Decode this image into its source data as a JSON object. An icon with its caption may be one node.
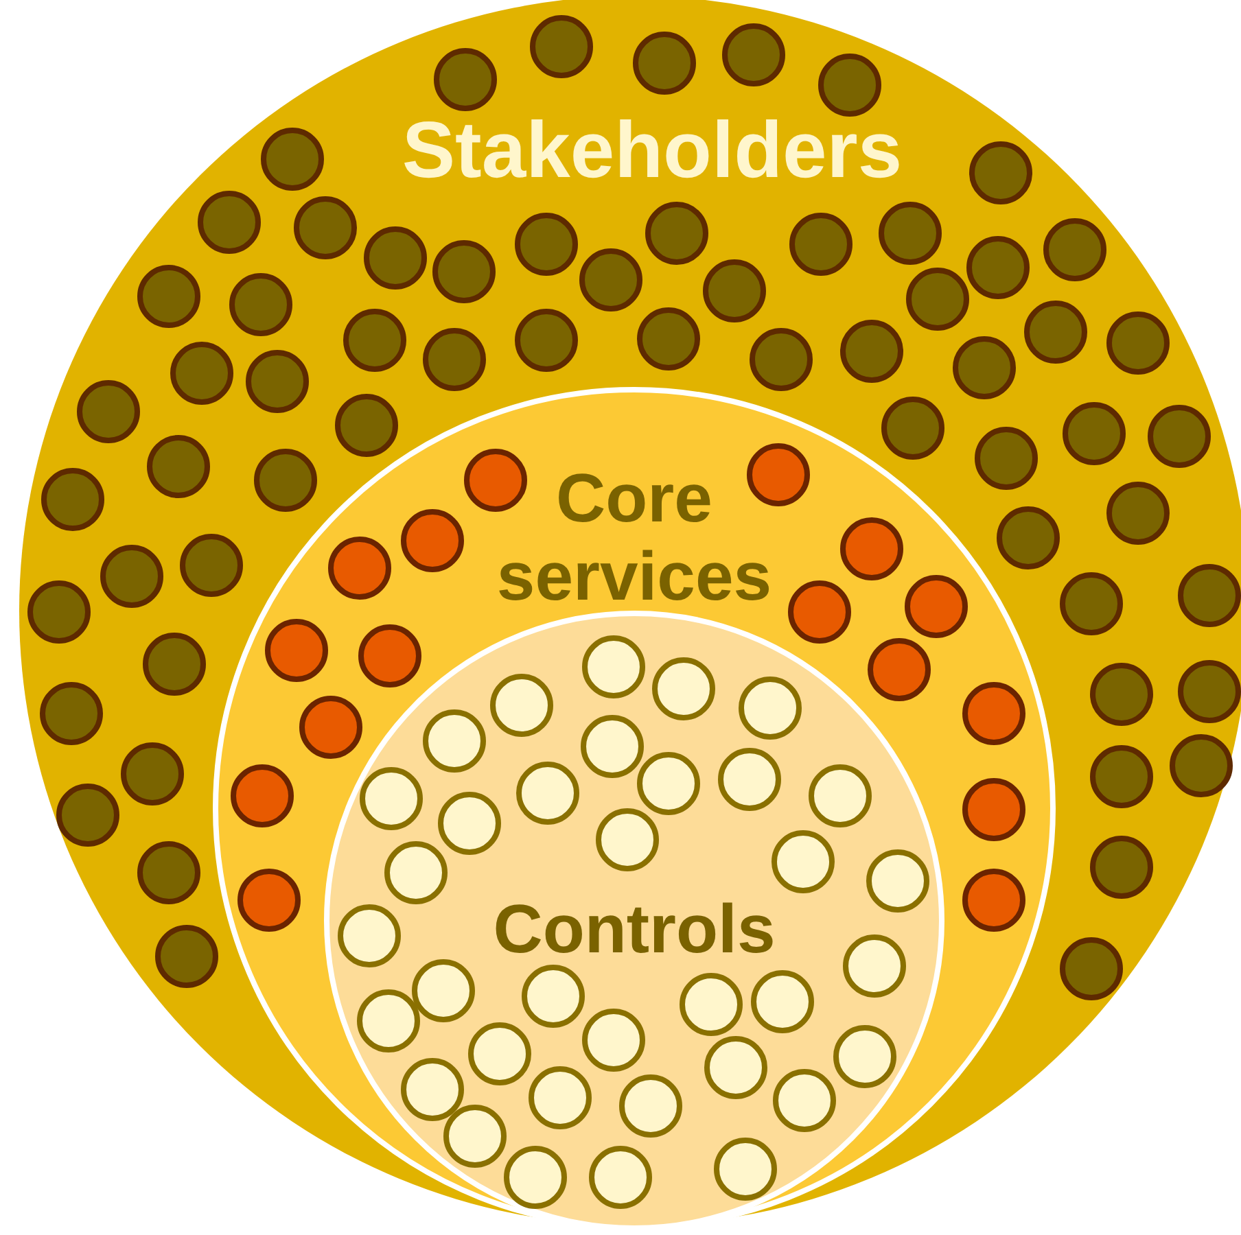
{
  "diagram": {
    "nodes": [
      {
        "text": [
          "Stakeholders"
        ]
      },
      {
        "text": [
          "Core services"
        ],
        "in": 0
      },
      {
        "text": [
          "Controls"
        ],
        "in": 1
      }
    ]
  }
}
